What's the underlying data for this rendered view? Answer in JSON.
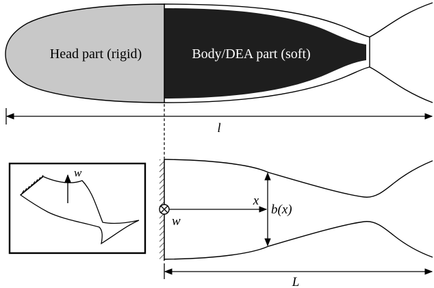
{
  "top": {
    "head_label": "Head part (rigid)",
    "body_label": "Body/DEA part (soft)",
    "length_label": "l"
  },
  "bottom": {
    "x_label": "x",
    "b_label": "b(x)",
    "w_label": "w",
    "length_label": "L"
  },
  "inset": {
    "w_label": "w"
  },
  "colors": {
    "head_fill": "#c8c8c8",
    "body_fill": "#1e1e1e",
    "stroke": "#000000"
  }
}
